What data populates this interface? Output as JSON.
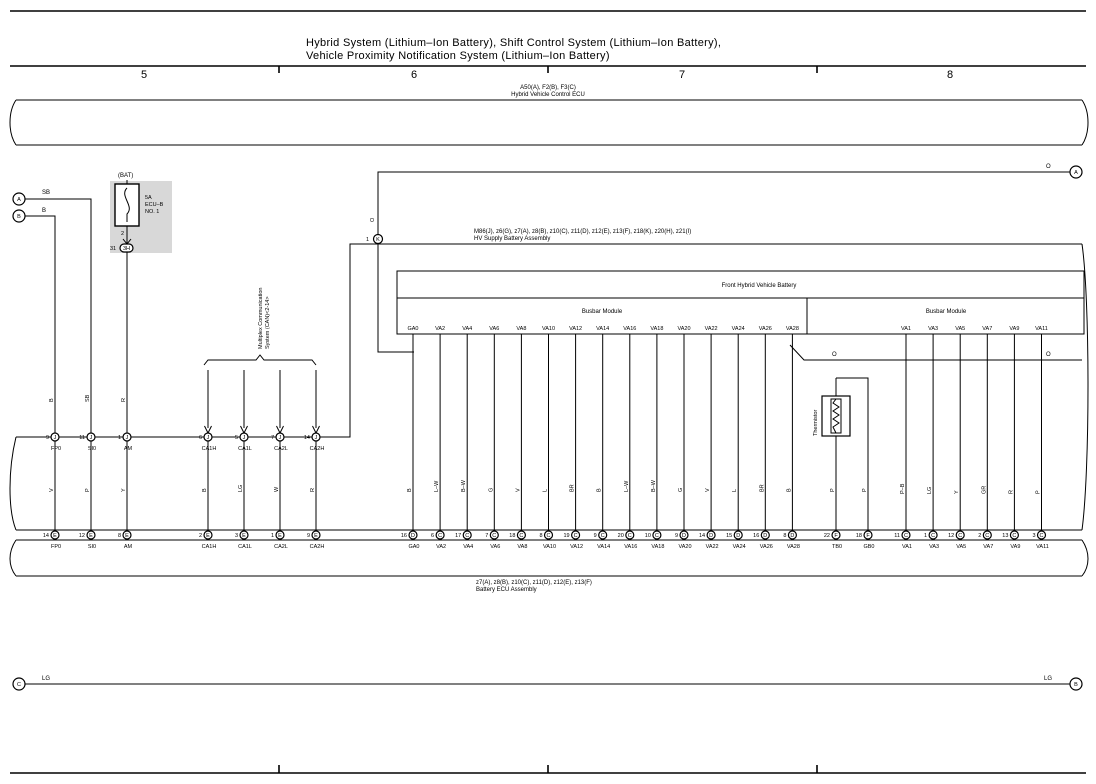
{
  "title": {
    "line1": "Hybrid System (Lithium–Ion Battery),  Shift Control System (Lithium–Ion Battery),",
    "line2": "Vehicle Proximity Notification System (Lithium–Ion Battery)"
  },
  "columns": [
    "5",
    "6",
    "7",
    "8"
  ],
  "ecu_top": {
    "code": "A50(A), F2(B), F3(C)",
    "name": "Hybrid Vehicle Control ECU"
  },
  "hv_battery": {
    "code": "M86(J), z6(G), z7(A), z8(B), z10(C), z11(D), z12(E), z13(F), z18(K), z20(H), z21(I)",
    "name": "HV Supply Battery Assembly"
  },
  "battery_ecu": {
    "code": "z7(A), z8(B), z10(C), z11(D), z12(E), z13(F)",
    "name": "Battery ECU Assembly"
  },
  "front_battery": "Front Hybrid Vehicle Battery",
  "busbar_left": "Busbar Module",
  "busbar_right": "Busbar Module",
  "thermistor": "Thermistor",
  "fuse": {
    "src": "(BAT)",
    "amp": "5A",
    "name": "ECU–B",
    "no": "NO. 1",
    "pin": "2",
    "jpin": "31",
    "jcode": "3H"
  },
  "multiplex": {
    "line1": "Multiplex Communication",
    "line2": "System (CAN)<2-14>"
  },
  "connectors": {
    "A": {
      "label": "A",
      "wire": "SB"
    },
    "B_left": {
      "label": "B",
      "wire": "B"
    },
    "C": {
      "label": "C",
      "wire": "LG"
    },
    "B_right": {
      "label": "B",
      "wire": "LG"
    },
    "A_right": {
      "label": "A",
      "wire": "O"
    }
  },
  "k_pin": {
    "num": "1",
    "code": "K",
    "wire": "O"
  },
  "top_pins": [
    {
      "num": "9",
      "code": "J",
      "name": "FP0",
      "wire": "B"
    },
    {
      "num": "11",
      "code": "J",
      "name": "SI0",
      "wire": "SB"
    },
    {
      "num": "1",
      "code": "J",
      "name": "AM",
      "wire": "R"
    },
    {
      "num": "6",
      "code": "J",
      "name": "CA1H",
      "wire": ""
    },
    {
      "num": "5",
      "code": "J",
      "name": "CA1L",
      "wire": ""
    },
    {
      "num": "7",
      "code": "J",
      "name": "CA2L",
      "wire": ""
    },
    {
      "num": "14",
      "code": "J",
      "name": "CA2H",
      "wire": ""
    }
  ],
  "lower_left": [
    {
      "num": "14",
      "code": "E",
      "name": "FP0",
      "wire": "V"
    },
    {
      "num": "12",
      "code": "E",
      "name": "SI0",
      "wire": "P"
    },
    {
      "num": "8",
      "code": "E",
      "name": "AM",
      "wire": "Y"
    },
    {
      "num": "2",
      "code": "E",
      "name": "CA1H",
      "wire": "B"
    },
    {
      "num": "3",
      "code": "E",
      "name": "CA1L",
      "wire": "LG"
    },
    {
      "num": "1",
      "code": "E",
      "name": "CA2L",
      "wire": "W"
    },
    {
      "num": "9",
      "code": "E",
      "name": "CA2H",
      "wire": "R"
    }
  ],
  "busbar_pins": [
    {
      "top": "GA0",
      "num": "16",
      "code": "D",
      "name": "GA0",
      "wire": "B"
    },
    {
      "top": "VA2",
      "num": "6",
      "code": "C",
      "name": "VA2",
      "wire": "L–W"
    },
    {
      "top": "VA4",
      "num": "17",
      "code": "C",
      "name": "VA4",
      "wire": "B–W"
    },
    {
      "top": "VA6",
      "num": "7",
      "code": "C",
      "name": "VA6",
      "wire": "G"
    },
    {
      "top": "VA8",
      "num": "18",
      "code": "C",
      "name": "VA8",
      "wire": "V"
    },
    {
      "top": "VA10",
      "num": "8",
      "code": "C",
      "name": "VA10",
      "wire": "L"
    },
    {
      "top": "VA12",
      "num": "19",
      "code": "C",
      "name": "VA12",
      "wire": "BR"
    },
    {
      "top": "VA14",
      "num": "9",
      "code": "C",
      "name": "VA14",
      "wire": "B"
    },
    {
      "top": "VA16",
      "num": "20",
      "code": "C",
      "name": "VA16",
      "wire": "L–W"
    },
    {
      "top": "VA18",
      "num": "10",
      "code": "C",
      "name": "VA18",
      "wire": "B–W"
    },
    {
      "top": "VA20",
      "num": "9",
      "code": "D",
      "name": "VA20",
      "wire": "G"
    },
    {
      "top": "VA22",
      "num": "14",
      "code": "D",
      "name": "VA22",
      "wire": "V"
    },
    {
      "top": "VA24",
      "num": "15",
      "code": "D",
      "name": "VA24",
      "wire": "L"
    },
    {
      "top": "VA26",
      "num": "16",
      "code": "D",
      "name": "VA26",
      "wire": "BR"
    },
    {
      "top": "VA28",
      "num": "8",
      "code": "D",
      "name": "VA28",
      "wire": "B"
    }
  ],
  "thermistor_pins": [
    {
      "num": "22",
      "code": "F",
      "name": "TB0",
      "wire": "P"
    },
    {
      "num": "18",
      "code": "F",
      "name": "GB0",
      "wire": "P"
    }
  ],
  "right_pins": [
    {
      "top": "VA1",
      "num": "11",
      "code": "C",
      "name": "VA1",
      "wire": "P–B"
    },
    {
      "top": "VA3",
      "num": "1",
      "code": "C",
      "name": "VA3",
      "wire": "LG"
    },
    {
      "top": "VA5",
      "num": "12",
      "code": "C",
      "name": "VA5",
      "wire": "Y"
    },
    {
      "top": "VA7",
      "num": "2",
      "code": "C",
      "name": "VA7",
      "wire": "GR"
    },
    {
      "top": "VA9",
      "num": "13",
      "code": "C",
      "name": "VA9",
      "wire": "R"
    },
    {
      "top": "VA11",
      "num": "3",
      "code": "C",
      "name": "VA11",
      "wire": "P"
    }
  ],
  "o_wire_mid": "O",
  "o_wire_right": "O"
}
